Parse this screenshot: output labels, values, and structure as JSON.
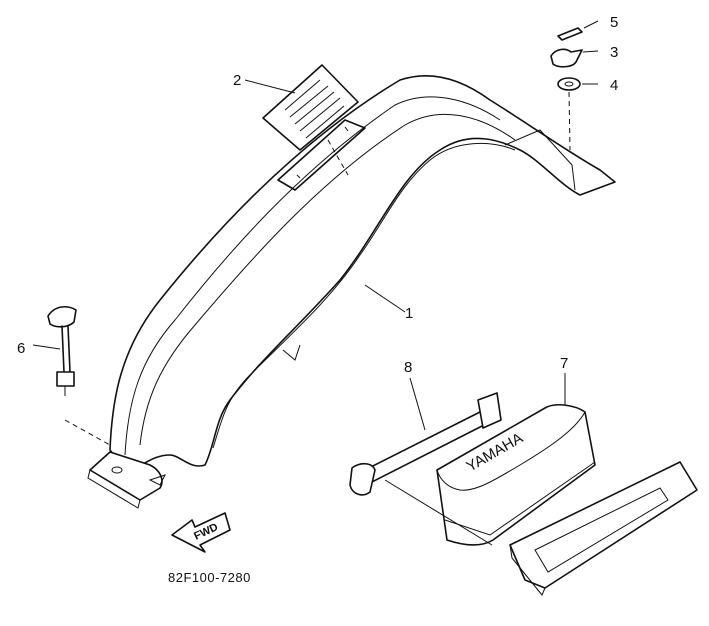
{
  "diagram": {
    "part_code": "82F100-7280",
    "fwd_label": "FWD",
    "box_label": "YAMAHA",
    "callouts": [
      "1",
      "2",
      "3",
      "4",
      "5",
      "6",
      "7",
      "8"
    ]
  }
}
